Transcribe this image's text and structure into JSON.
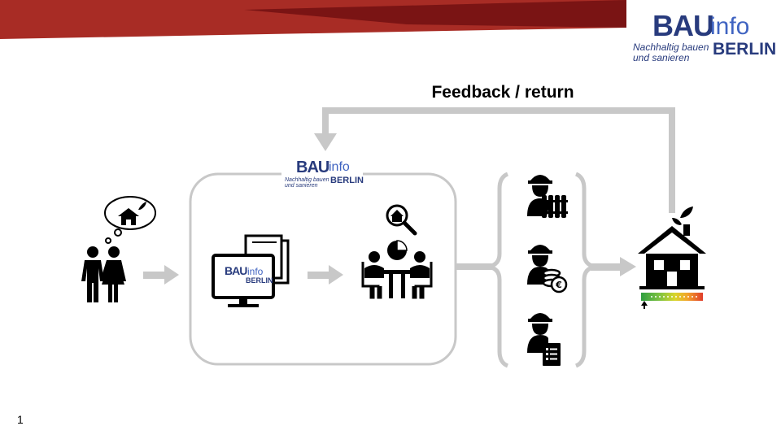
{
  "header": {
    "accent_colors": [
      "#a82c25",
      "#7a1414"
    ]
  },
  "logo": {
    "word_bau": "BAU",
    "word_info": "info",
    "tagline": "Nachhaltig bauen und sanieren",
    "city": "BERLIN",
    "brand_color": "#283b7d"
  },
  "diagram": {
    "feedback_label": "Feedback / return",
    "arrow_color": "#c8c8c8",
    "nodes": [
      {
        "name": "couple-icon"
      },
      {
        "name": "monitor-documents-icon"
      },
      {
        "name": "consultation-meeting-icon"
      },
      {
        "name": "contractor-heating-icon"
      },
      {
        "name": "contractor-finance-icon"
      },
      {
        "name": "contractor-checklist-icon"
      },
      {
        "name": "green-house-icon"
      }
    ],
    "energy_scale_colors": [
      "#2e9e3f",
      "#7ec242",
      "#d9d52c",
      "#f2a32b",
      "#e03b2a"
    ]
  },
  "footer": {
    "page_number": "1"
  }
}
